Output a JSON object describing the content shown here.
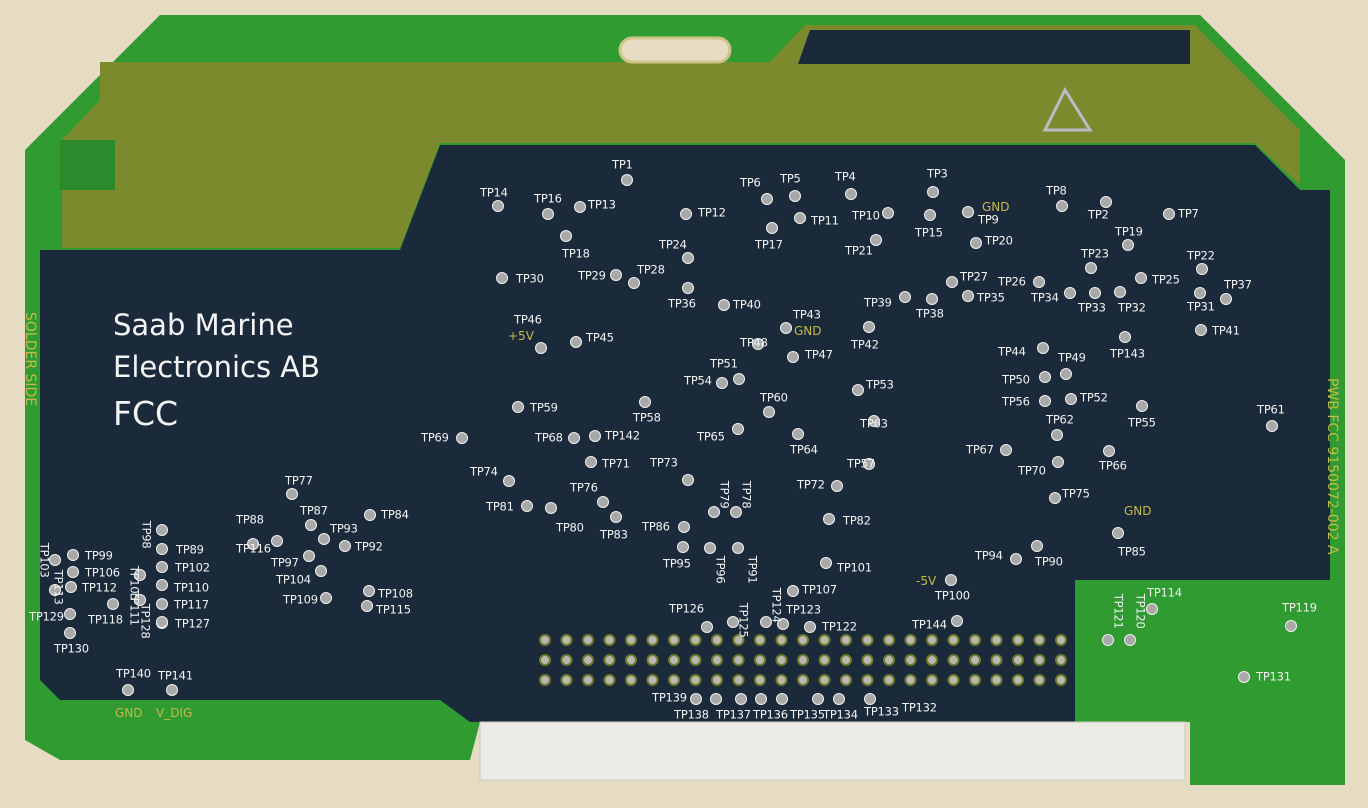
{
  "board": {
    "company_line1": "Saab Marine",
    "company_line2": "Electronics AB",
    "product": "FCC",
    "side_label": "SOLDER SIDE",
    "part_number": "PWB FCC 9150072-002 A",
    "net_labels": [
      "GND",
      "GND",
      "+5V",
      "GND",
      "-5V",
      "GND",
      "V_DIG"
    ]
  },
  "test_points": [
    "TP1",
    "TP2",
    "TP3",
    "TP4",
    "TP5",
    "TP6",
    "TP7",
    "TP8",
    "TP9",
    "TP10",
    "TP11",
    "TP12",
    "TP13",
    "TP14",
    "TP15",
    "TP16",
    "TP17",
    "TP18",
    "TP19",
    "TP20",
    "TP21",
    "TP22",
    "TP23",
    "TP24",
    "TP25",
    "TP26",
    "TP27",
    "TP28",
    "TP29",
    "TP30",
    "TP31",
    "TP32",
    "TP33",
    "TP34",
    "TP35",
    "TP36",
    "TP37",
    "TP38",
    "TP39",
    "TP40",
    "TP41",
    "TP42",
    "TP43",
    "TP44",
    "TP45",
    "TP46",
    "TP47",
    "TP48",
    "TP49",
    "TP50",
    "TP51",
    "TP52",
    "TP53",
    "TP54",
    "TP55",
    "TP56",
    "TP57",
    "TP58",
    "TP59",
    "TP60",
    "TP61",
    "TP62",
    "TP63",
    "TP64",
    "TP65",
    "TP66",
    "TP67",
    "TP68",
    "TP69",
    "TP70",
    "TP71",
    "TP72",
    "TP73",
    "TP74",
    "TP75",
    "TP76",
    "TP77",
    "TP78",
    "TP79",
    "TP80",
    "TP81",
    "TP82",
    "TP83",
    "TP84",
    "TP85",
    "TP86",
    "TP87",
    "TP88",
    "TP89",
    "TP90",
    "TP91",
    "TP92",
    "TP93",
    "TP94",
    "TP95",
    "TP96",
    "TP97",
    "TP98",
    "TP99",
    "TP100",
    "TP101",
    "TP102",
    "TP103",
    "TP104",
    "TP105",
    "TP106",
    "TP107",
    "TP108",
    "TP109",
    "TP110",
    "TP111",
    "TP112",
    "TP113",
    "TP114",
    "TP115",
    "TP116",
    "TP117",
    "TP118",
    "TP119",
    "TP120",
    "TP121",
    "TP122",
    "TP123",
    "TP124",
    "TP125",
    "TP126",
    "TP127",
    "TP128",
    "TP129",
    "TP130",
    "TP131",
    "TP132",
    "TP133",
    "TP134",
    "TP135",
    "TP136",
    "TP137",
    "TP138",
    "TP139",
    "TP140",
    "TP141",
    "TP142",
    "TP143",
    "TP144"
  ],
  "colors": {
    "substrate": "#2f9b31",
    "solder_mask": "#1b2a3a",
    "copper_pour": "#7c8a2e",
    "silkscreen": "#f2f2f2",
    "background": "#e6dcc4"
  }
}
